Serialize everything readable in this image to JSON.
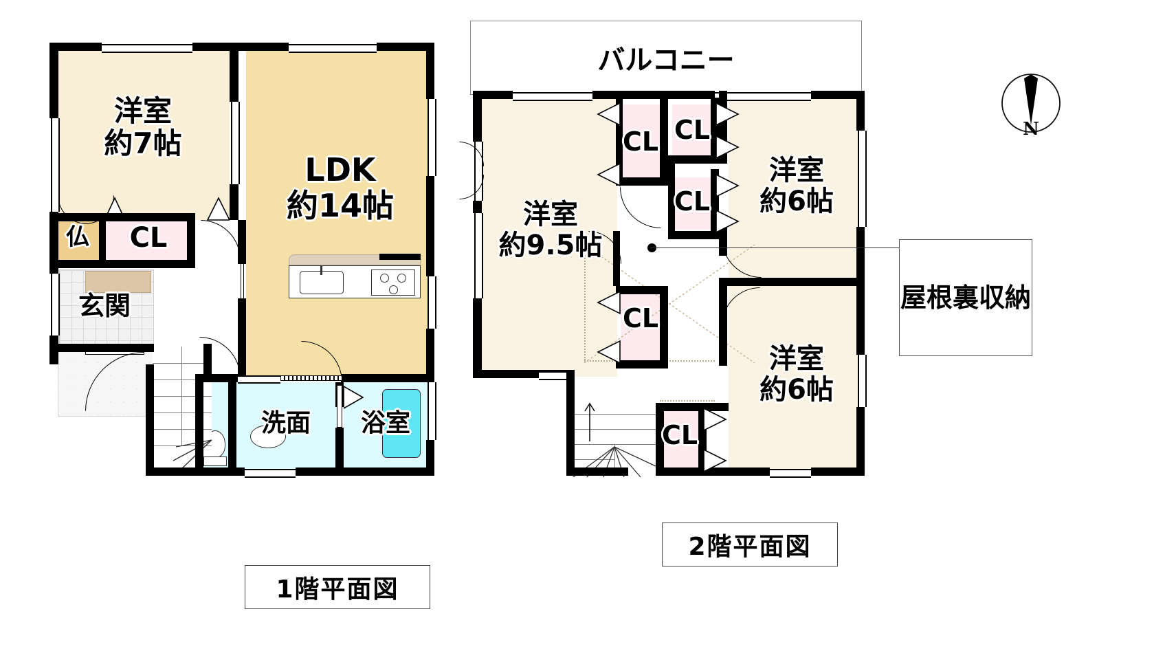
{
  "document": {
    "type": "real-estate-floor-plan",
    "language": "ja"
  },
  "captions": {
    "floor1": "1階平面図",
    "floor2": "2階平面図"
  },
  "compass": {
    "north_label": "N",
    "name": "north-arrow"
  },
  "callout": {
    "attic_storage": "屋根裏収納"
  },
  "floor1": {
    "rooms": [
      {
        "id": "bedroom-7",
        "name": "洋室",
        "size": "約7帖",
        "fill": "#f8efd6"
      },
      {
        "id": "ldk-14",
        "name": "LDK",
        "size": "約14帖",
        "fill": "#f5e0a8"
      },
      {
        "id": "genkan",
        "name": "玄関",
        "size": "",
        "fill": "#f2f2f2"
      },
      {
        "id": "washroom",
        "name": "洗面",
        "size": "",
        "fill": "#ddfbff"
      },
      {
        "id": "bathroom",
        "name": "浴室",
        "size": "",
        "fill": "#ddfbff"
      }
    ],
    "closets": [
      {
        "id": "butsudan",
        "label": "仏",
        "fill": "#eecf8e"
      },
      {
        "id": "cl-1f",
        "label": "CL",
        "fill": "#fdeaee"
      }
    ],
    "fixtures": [
      {
        "id": "kitchen-sink",
        "label": ""
      },
      {
        "id": "kitchen-stove",
        "label": ""
      },
      {
        "id": "toilet",
        "label": ""
      },
      {
        "id": "vanity-basin",
        "label": ""
      },
      {
        "id": "bathtub",
        "label": ""
      },
      {
        "id": "shoe-cabinet",
        "label": ""
      },
      {
        "id": "staircase",
        "label": ""
      }
    ]
  },
  "floor2": {
    "balcony": "バルコニー",
    "rooms": [
      {
        "id": "bedroom-95",
        "name": "洋室",
        "size": "約9.5帖",
        "fill": "#faf3e3"
      },
      {
        "id": "bedroom-6a",
        "name": "洋室",
        "size": "約6帖",
        "fill": "#faf3e3"
      },
      {
        "id": "bedroom-6b",
        "name": "洋室",
        "size": "約6帖",
        "fill": "#faf3e3"
      }
    ],
    "closets": [
      {
        "id": "cl-2f-a",
        "label": "CL",
        "fill": "#fdeaee"
      },
      {
        "id": "cl-2f-b",
        "label": "CL",
        "fill": "#fdeaee"
      },
      {
        "id": "cl-2f-c",
        "label": "CL",
        "fill": "#fdeaee"
      },
      {
        "id": "cl-2f-d",
        "label": "CL",
        "fill": "#fdeaee"
      },
      {
        "id": "cl-2f-e",
        "label": "CL",
        "fill": "#fdeaee"
      }
    ],
    "fixtures": [
      {
        "id": "staircase-2f",
        "label": ""
      },
      {
        "id": "attic-hatch",
        "label": ""
      }
    ]
  },
  "colors": {
    "wall": "#000000",
    "room_beige": "#faf3e3",
    "room_cream": "#f8efd6",
    "ldk_tan": "#f5e0a8",
    "closet_pink": "#fdeaee",
    "water_cyan": "#ddfbff",
    "tub_cyan": "#5fe6f5",
    "butsudan_tan": "#eecf8e",
    "tile_gray": "#f2f2f2",
    "counter_tan": "#ded2bd"
  }
}
